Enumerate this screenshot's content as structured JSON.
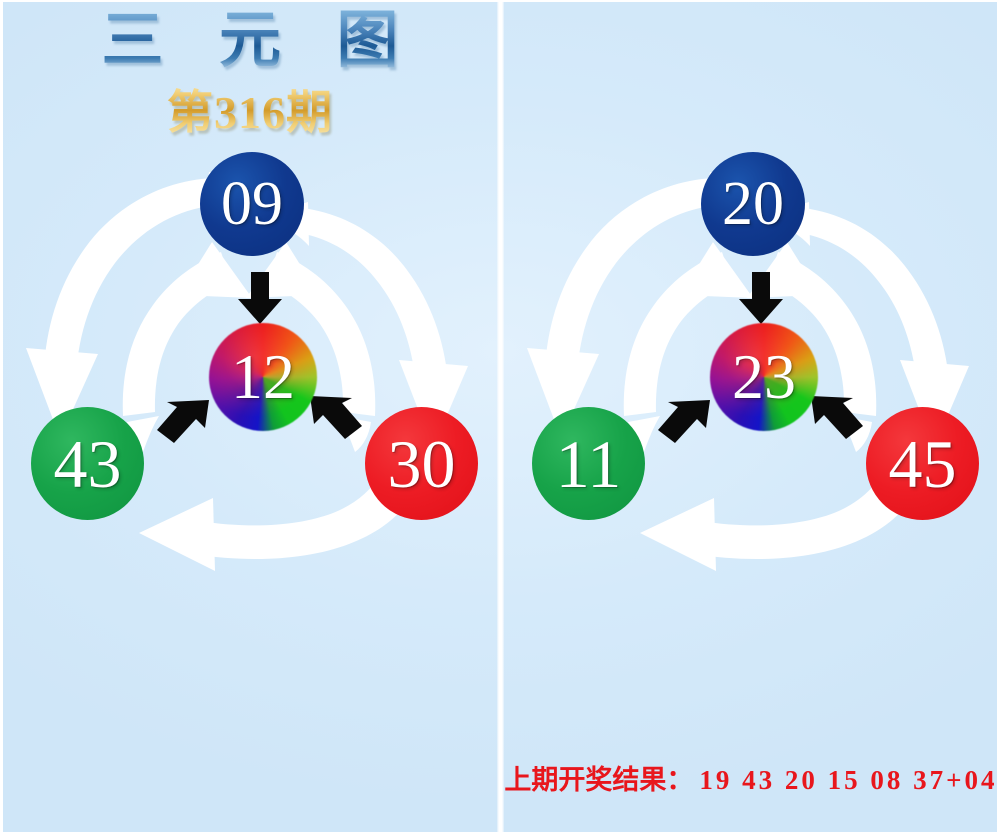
{
  "header": {
    "title": "三 元 图",
    "issue": "第316期"
  },
  "panels": [
    {
      "id": "left",
      "top_ball": "09",
      "left_ball": "43",
      "right_ball": "30",
      "center_ball": "12"
    },
    {
      "id": "right",
      "top_ball": "20",
      "left_ball": "11",
      "right_ball": "45",
      "center_ball": "23"
    }
  ],
  "footer": {
    "label": "上期开奖结果：",
    "numbers": "19  43  20  15  08  37+04"
  },
  "colors": {
    "background": "#d5eafa",
    "blue_ball": "#10398f",
    "green_ball": "#17a349",
    "red_ball": "#ed1c24",
    "title_blue": "#1d5a95",
    "issue_gold": "#d39b2a",
    "result_red": "#e8161c",
    "arrow_white": "#ffffff",
    "arrow_black": "#0a0a0a"
  }
}
